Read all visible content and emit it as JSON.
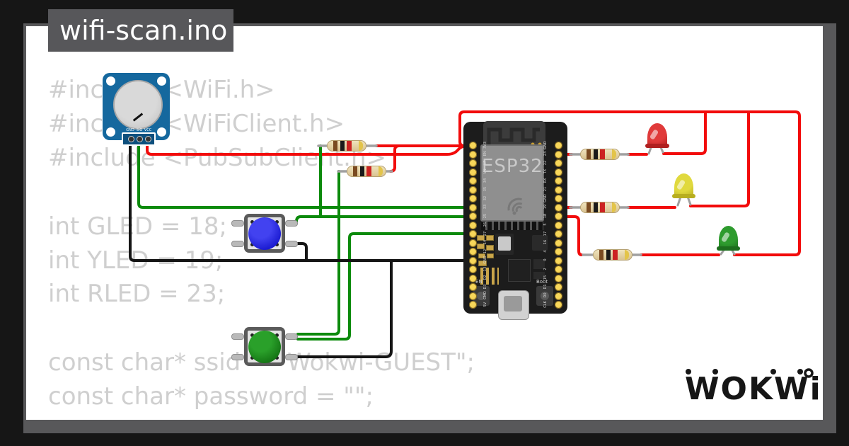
{
  "title": "wifi-scan.ino",
  "logo": {
    "text": "WOKWi"
  },
  "code": {
    "lines": [
      "#include <WiFi.h>",
      "#include <WiFiClient.h>",
      "#include <PubSubClient.h>",
      "int GLED = 18;",
      "int YLED = 19;",
      "int RLED = 23;",
      "const char* ssid = \"Wokwi-GUEST\";",
      "const char* password = \"\";"
    ]
  },
  "colors": {
    "wire_red": "#f20b0b",
    "wire_green": "#0c8a0c",
    "wire_black": "#151515",
    "lead_gray": "#a0a0a0",
    "code_text": "#cfcfcf"
  },
  "potentiometer": {
    "pin_labels": [
      "GND",
      "SIG",
      "VCC"
    ]
  },
  "esp32": {
    "chip_label": "ESP32",
    "en_label": "EN",
    "boot_label": "Boot",
    "left_pins": [
      "3V3",
      "EN",
      "VP",
      "VN",
      "34",
      "35",
      "32",
      "33",
      "25",
      "26",
      "27",
      "14",
      "12",
      "GND",
      "13",
      "D2",
      "D3",
      "CMD",
      "5V"
    ],
    "right_pins": [
      "GND",
      "23",
      "22",
      "TX",
      "RX",
      "21",
      "GND",
      "19",
      "18",
      "5",
      "17",
      "16",
      "4",
      "0",
      "2",
      "15",
      "D1",
      "D0",
      "CLK"
    ]
  },
  "buttons": [
    {
      "name": "blue-button",
      "color_outer": "#1515cc",
      "color_inner": "#4242f0"
    },
    {
      "name": "green-button",
      "color_outer": "#127012",
      "color_inner": "#2aa02a"
    }
  ],
  "leds": [
    {
      "name": "red-led",
      "color": "#e03a3a",
      "dark": "#b02020"
    },
    {
      "name": "yellow-led",
      "color": "#e0d93e",
      "dark": "#b8ae1f"
    },
    {
      "name": "green-led",
      "color": "#2e9b2e",
      "dark": "#1d6e1d"
    }
  ],
  "resistors": {
    "band_colors": [
      "#7a4a21",
      "#1a1a1a",
      "#cc2222",
      "#e3c44a"
    ]
  }
}
